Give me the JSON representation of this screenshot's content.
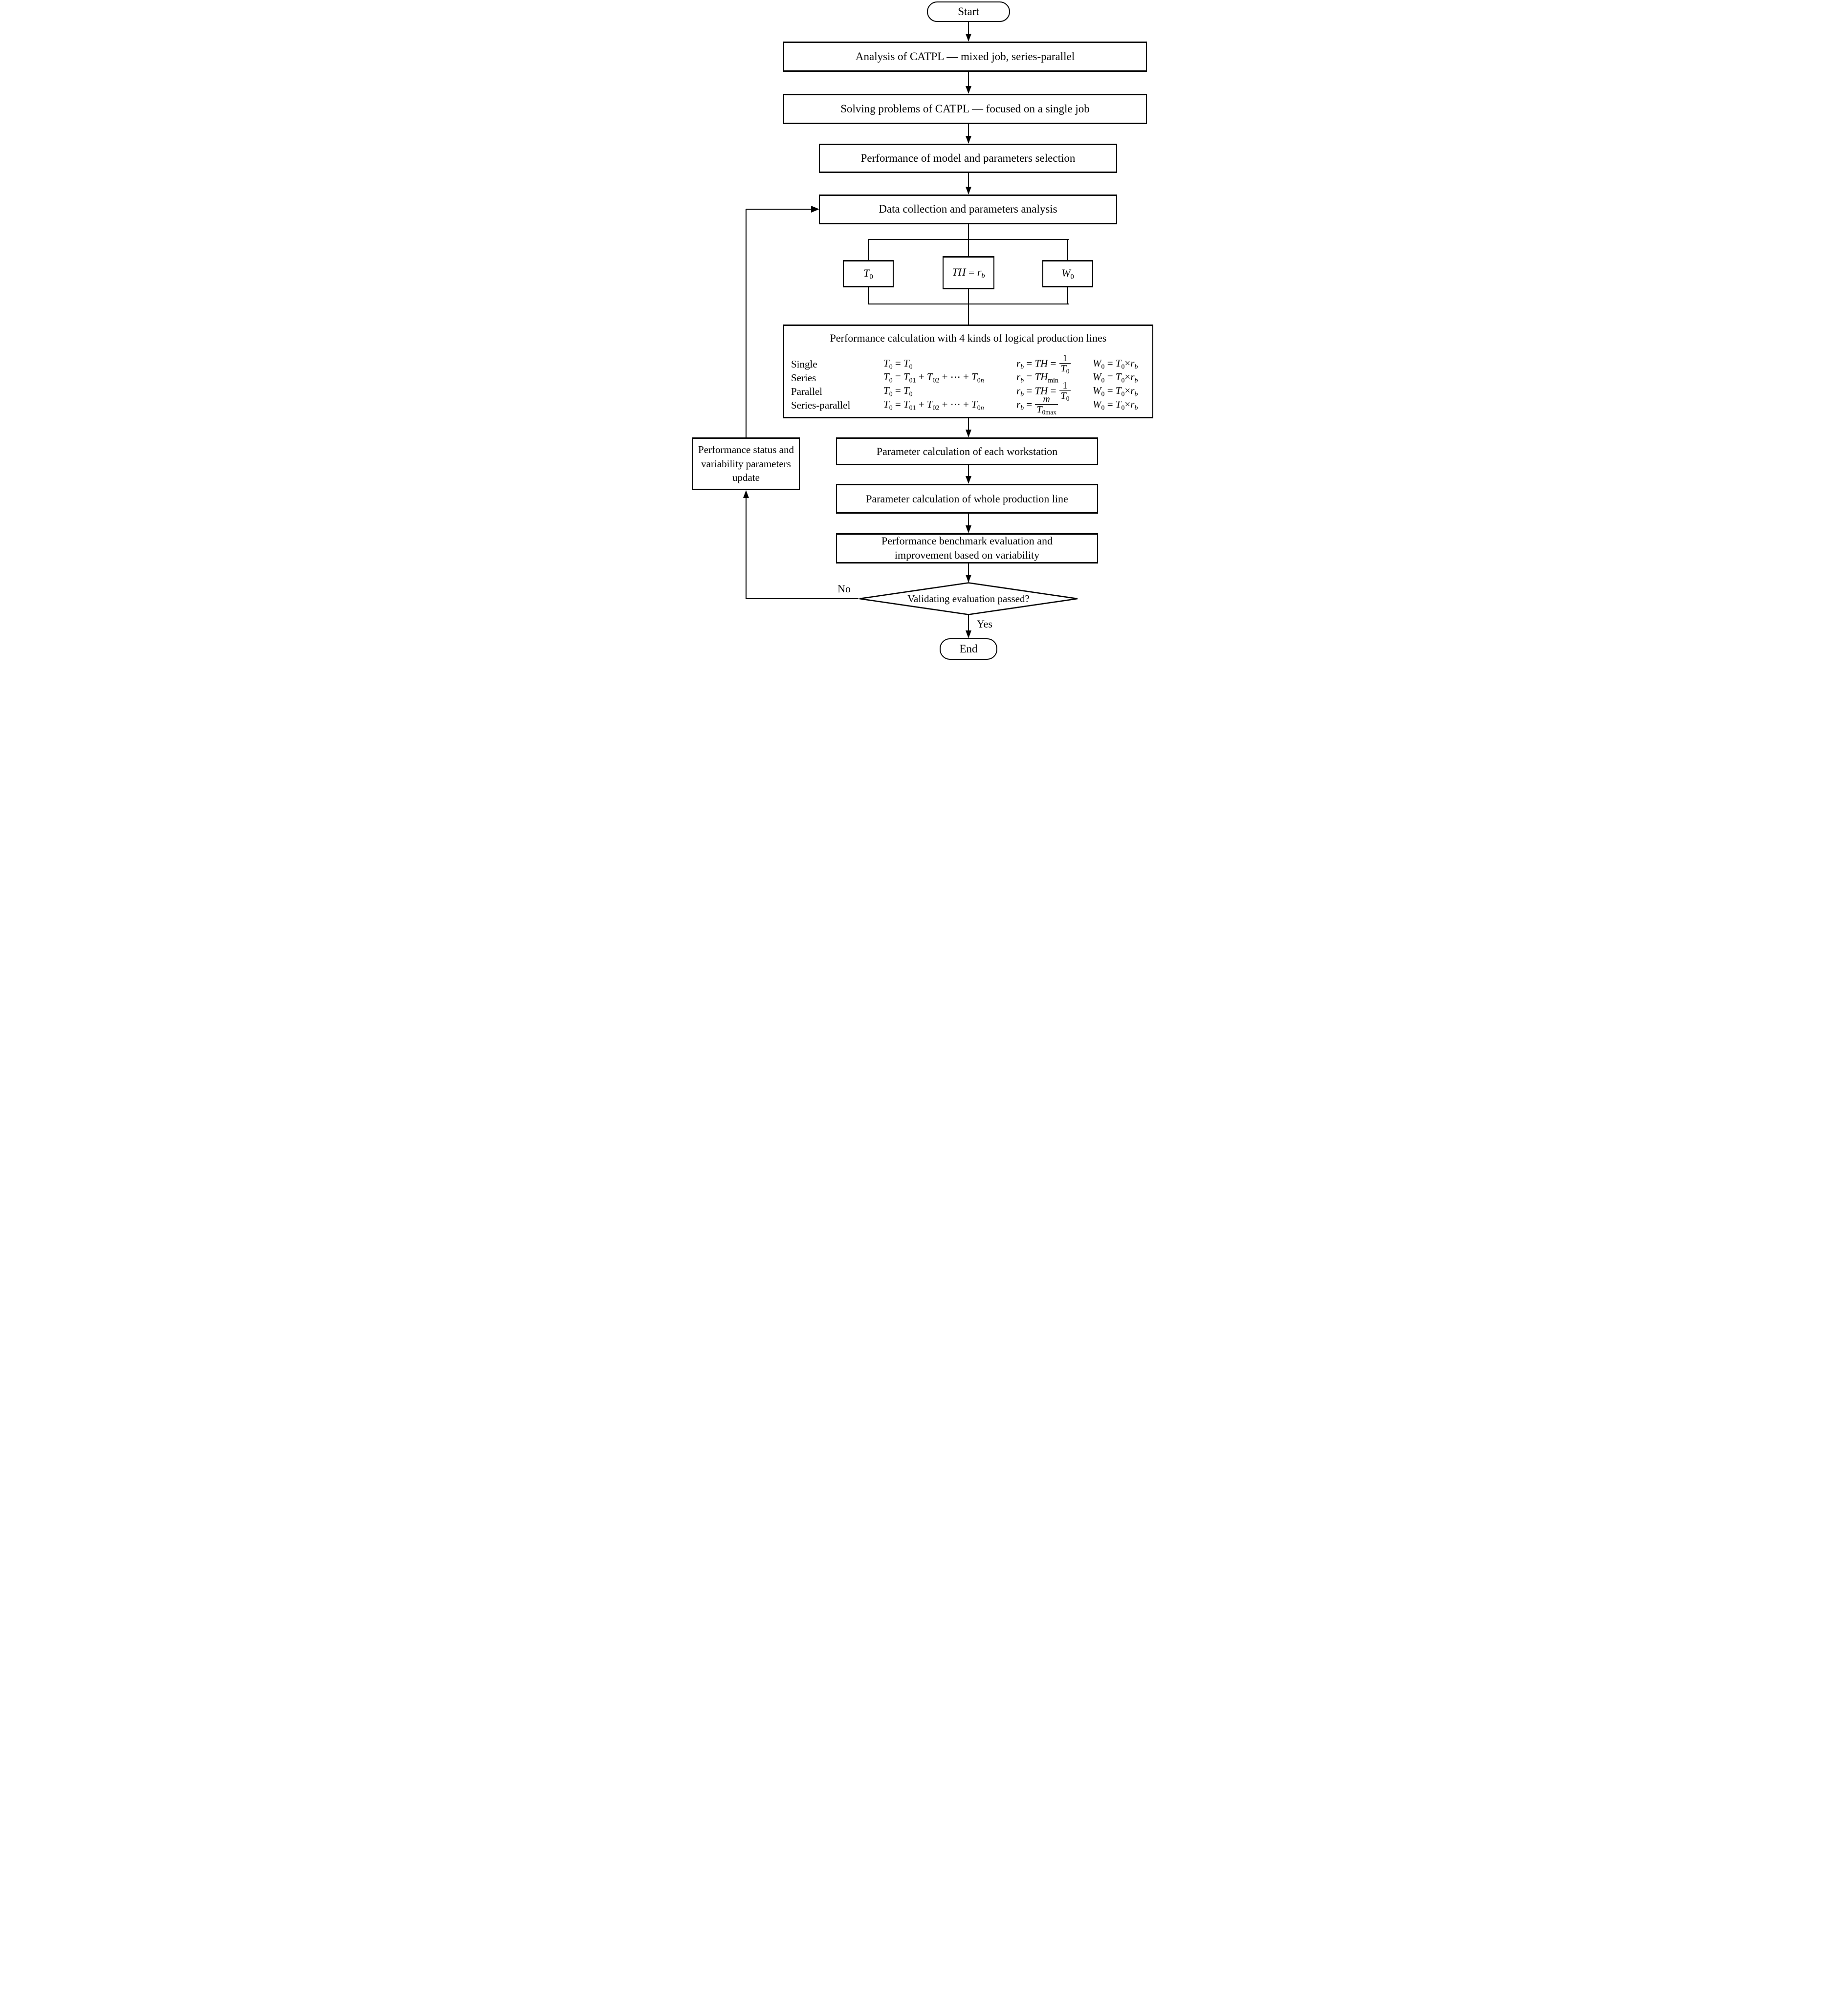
{
  "flow": {
    "start_label": "Start",
    "end_label": "End",
    "boxes": {
      "analysis": "Analysis of CATPL — mixed job, series-parallel",
      "solving": "Solving problems of CATPL — focused on a single job",
      "model_selection": "Performance of model and parameters selection",
      "data_collection": "Data collection and parameters analysis",
      "workstation": "Parameter calculation of each workstation",
      "whole_line": "Parameter calculation of whole production line",
      "benchmark": "Performance benchmark evaluation and improvement based on variability",
      "update": "Performance status and variability parameters update"
    },
    "decision_label": "Validating evaluation passed?",
    "edge_labels": {
      "no": "No",
      "yes": "Yes"
    }
  },
  "params": {
    "t0": [
      [
        "i",
        "T"
      ],
      [
        "sub",
        [
          [
            "r",
            "0"
          ]
        ]
      ]
    ],
    "th": [
      [
        "i",
        "TH"
      ],
      [
        "r",
        " = "
      ],
      [
        "i",
        "r"
      ],
      [
        "sub",
        [
          [
            "i",
            "b"
          ]
        ]
      ]
    ],
    "w0": [
      [
        "i",
        "W"
      ],
      [
        "sub",
        [
          [
            "r",
            "0"
          ]
        ]
      ]
    ]
  },
  "calc": {
    "title": "Performance calculation with 4 kinds of logical production lines",
    "rows": [
      {
        "label": "Single",
        "t0": [
          [
            "i",
            "T"
          ],
          [
            "sub",
            [
              [
                "r",
                "0"
              ]
            ]
          ],
          [
            "r",
            " = "
          ],
          [
            "i",
            "T"
          ],
          [
            "sub",
            [
              [
                "r",
                "0"
              ]
            ]
          ]
        ],
        "rb": [
          [
            "i",
            "r"
          ],
          [
            "sub",
            [
              [
                "i",
                "b"
              ]
            ]
          ],
          [
            "r",
            " = "
          ],
          [
            "i",
            "TH"
          ],
          [
            "r",
            " = "
          ],
          [
            "frac",
            [
              [
                "r",
                "1"
              ]
            ],
            [
              [
                "i",
                "T"
              ],
              [
                "sub",
                [
                  [
                    "r",
                    "0"
                  ]
                ]
              ]
            ]
          ]
        ],
        "w0": [
          [
            "i",
            "W"
          ],
          [
            "sub",
            [
              [
                "r",
                "0"
              ]
            ]
          ],
          [
            "r",
            " = "
          ],
          [
            "i",
            "T"
          ],
          [
            "sub",
            [
              [
                "r",
                "0"
              ]
            ]
          ],
          [
            "r",
            "×"
          ],
          [
            "i",
            "r"
          ],
          [
            "sub",
            [
              [
                "i",
                "b"
              ]
            ]
          ]
        ]
      },
      {
        "label": "Series",
        "t0": [
          [
            "i",
            "T"
          ],
          [
            "sub",
            [
              [
                "r",
                "0"
              ]
            ]
          ],
          [
            "r",
            " = "
          ],
          [
            "i",
            "T"
          ],
          [
            "sub",
            [
              [
                "r",
                "01"
              ]
            ]
          ],
          [
            "r",
            " + "
          ],
          [
            "i",
            "T"
          ],
          [
            "sub",
            [
              [
                "r",
                "02"
              ]
            ]
          ],
          [
            "r",
            " + ⋯ + "
          ],
          [
            "i",
            "T"
          ],
          [
            "sub",
            [
              [
                "r",
                "0"
              ],
              [
                "i",
                "n"
              ]
            ]
          ]
        ],
        "rb": [
          [
            "i",
            "r"
          ],
          [
            "sub",
            [
              [
                "i",
                "b"
              ]
            ]
          ],
          [
            "r",
            " = "
          ],
          [
            "i",
            "TH"
          ],
          [
            "sub",
            [
              [
                "r",
                "min"
              ]
            ]
          ]
        ],
        "w0": [
          [
            "i",
            "W"
          ],
          [
            "sub",
            [
              [
                "r",
                "0"
              ]
            ]
          ],
          [
            "r",
            " = "
          ],
          [
            "i",
            "T"
          ],
          [
            "sub",
            [
              [
                "r",
                "0"
              ]
            ]
          ],
          [
            "r",
            "×"
          ],
          [
            "i",
            "r"
          ],
          [
            "sub",
            [
              [
                "i",
                "b"
              ]
            ]
          ]
        ]
      },
      {
        "label": "Parallel",
        "t0": [
          [
            "i",
            "T"
          ],
          [
            "sub",
            [
              [
                "r",
                "0"
              ]
            ]
          ],
          [
            "r",
            " = "
          ],
          [
            "i",
            "T"
          ],
          [
            "sub",
            [
              [
                "r",
                "0"
              ]
            ]
          ]
        ],
        "rb": [
          [
            "i",
            "r"
          ],
          [
            "sub",
            [
              [
                "i",
                "b"
              ]
            ]
          ],
          [
            "r",
            " = "
          ],
          [
            "i",
            "TH"
          ],
          [
            "r",
            " = "
          ],
          [
            "frac",
            [
              [
                "r",
                "1"
              ]
            ],
            [
              [
                "i",
                "T"
              ],
              [
                "sub",
                [
                  [
                    "r",
                    "0"
                  ]
                ]
              ]
            ]
          ]
        ],
        "w0": [
          [
            "i",
            "W"
          ],
          [
            "sub",
            [
              [
                "r",
                "0"
              ]
            ]
          ],
          [
            "r",
            " = "
          ],
          [
            "i",
            "T"
          ],
          [
            "sub",
            [
              [
                "r",
                "0"
              ]
            ]
          ],
          [
            "r",
            "×"
          ],
          [
            "i",
            "r"
          ],
          [
            "sub",
            [
              [
                "i",
                "b"
              ]
            ]
          ]
        ]
      },
      {
        "label": "Series-parallel",
        "t0": [
          [
            "i",
            "T"
          ],
          [
            "sub",
            [
              [
                "r",
                "0"
              ]
            ]
          ],
          [
            "r",
            " = "
          ],
          [
            "i",
            "T"
          ],
          [
            "sub",
            [
              [
                "r",
                "01"
              ]
            ]
          ],
          [
            "r",
            " + "
          ],
          [
            "i",
            "T"
          ],
          [
            "sub",
            [
              [
                "r",
                "02"
              ]
            ]
          ],
          [
            "r",
            " + ⋯ + "
          ],
          [
            "i",
            "T"
          ],
          [
            "sub",
            [
              [
                "r",
                "0"
              ],
              [
                "i",
                "n"
              ]
            ]
          ]
        ],
        "rb": [
          [
            "i",
            "r"
          ],
          [
            "sub",
            [
              [
                "i",
                "b"
              ]
            ]
          ],
          [
            "r",
            " = "
          ],
          [
            "frac",
            [
              [
                "i",
                "m"
              ]
            ],
            [
              [
                "i",
                "T"
              ],
              [
                "sub",
                [
                  [
                    "r",
                    "0max"
                  ]
                ]
              ]
            ]
          ]
        ],
        "w0": [
          [
            "i",
            "W"
          ],
          [
            "sub",
            [
              [
                "r",
                "0"
              ]
            ]
          ],
          [
            "r",
            " = "
          ],
          [
            "i",
            "T"
          ],
          [
            "sub",
            [
              [
                "r",
                "0"
              ]
            ]
          ],
          [
            "r",
            "×"
          ],
          [
            "i",
            "r"
          ],
          [
            "sub",
            [
              [
                "i",
                "b"
              ]
            ]
          ]
        ]
      }
    ]
  },
  "colors": {
    "line": "#000000",
    "background": "#ffffff"
  }
}
